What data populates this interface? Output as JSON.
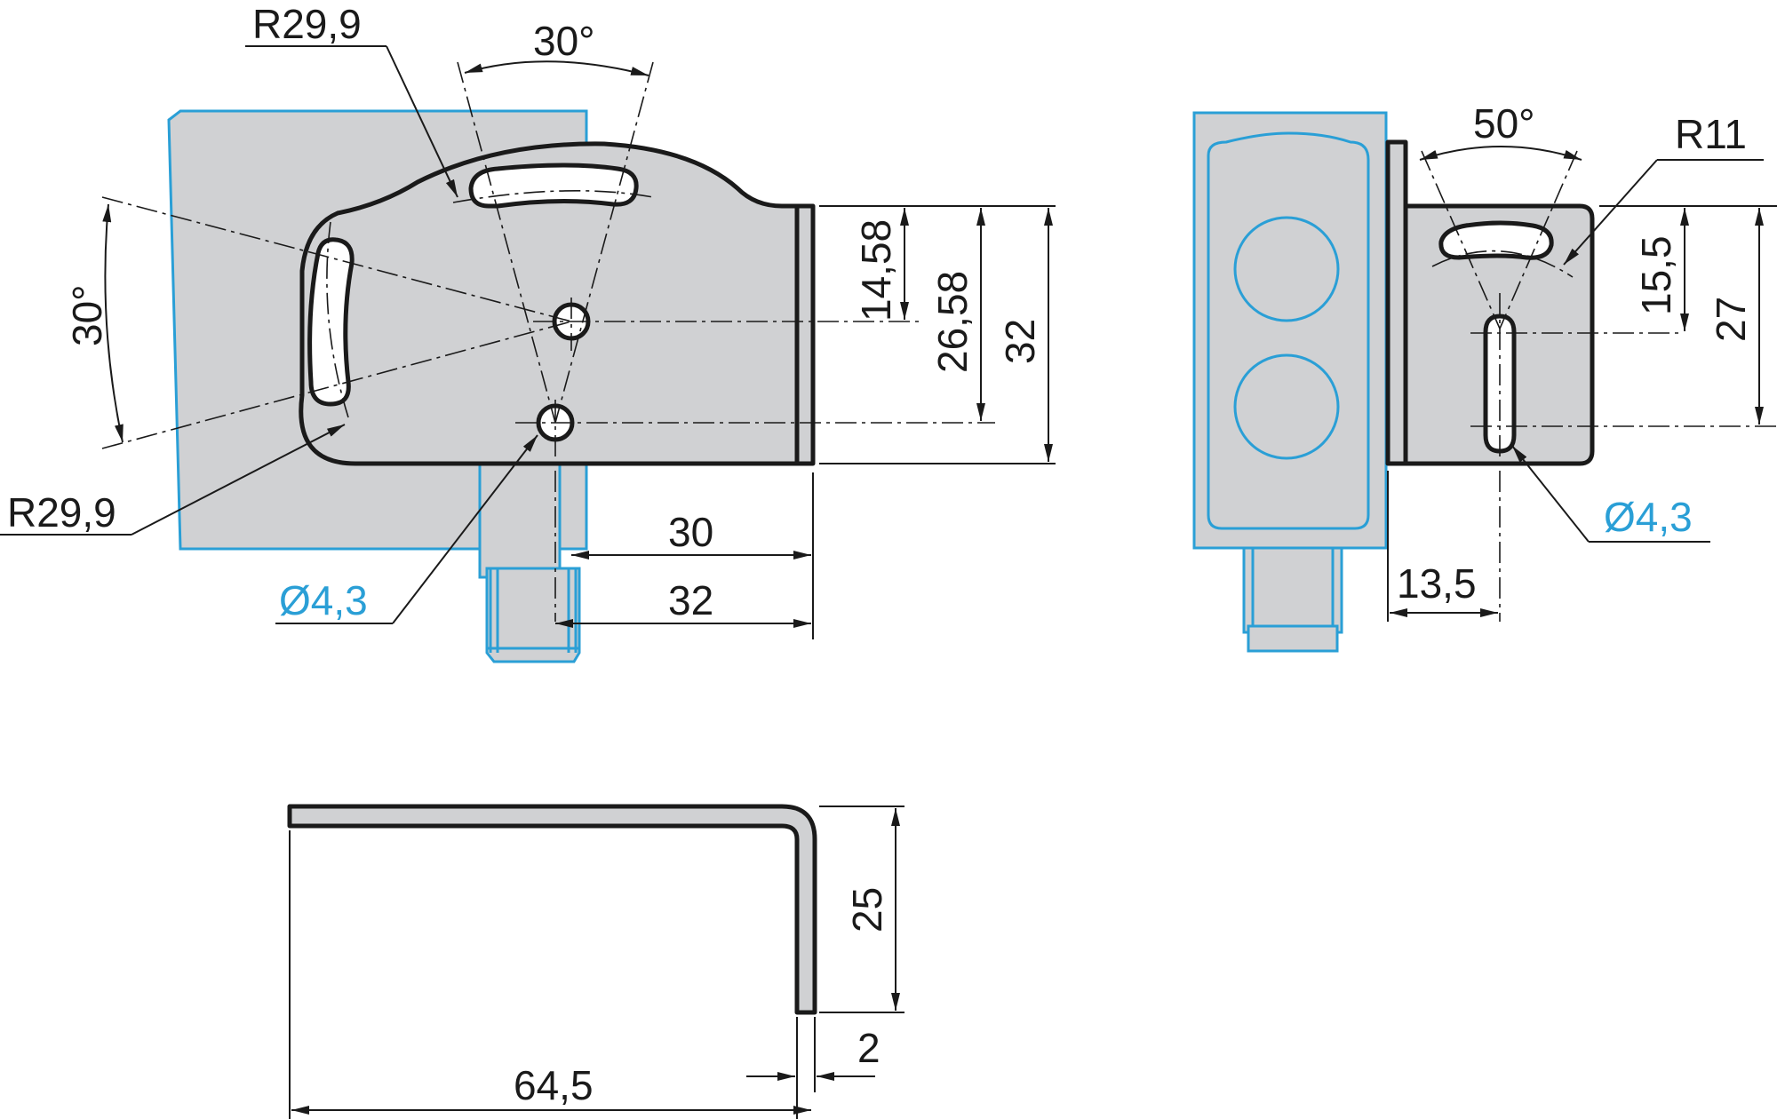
{
  "front_view": {
    "radius_top_label": "R29,9",
    "radius_left_label": "R29,9",
    "angle_top_label": "30°",
    "angle_left_label": "30°",
    "hole_label": "Ø4,3",
    "dim_14_58": "14,58",
    "dim_26_58": "26,58",
    "dim_32_v": "32",
    "dim_30_h": "30",
    "dim_32_h": "32"
  },
  "side_view": {
    "angle_label": "50°",
    "radius_label": "R11",
    "hole_label": "Ø4,3",
    "dim_15_5": "15,5",
    "dim_27": "27",
    "dim_13_5": "13,5"
  },
  "bottom_view": {
    "dim_25": "25",
    "dim_2": "2",
    "dim_64_5": "64,5"
  },
  "colors": {
    "sensor_outline": "#2a9fd6",
    "part_fill": "#d0d1d3",
    "line": "#1a1a1a"
  }
}
